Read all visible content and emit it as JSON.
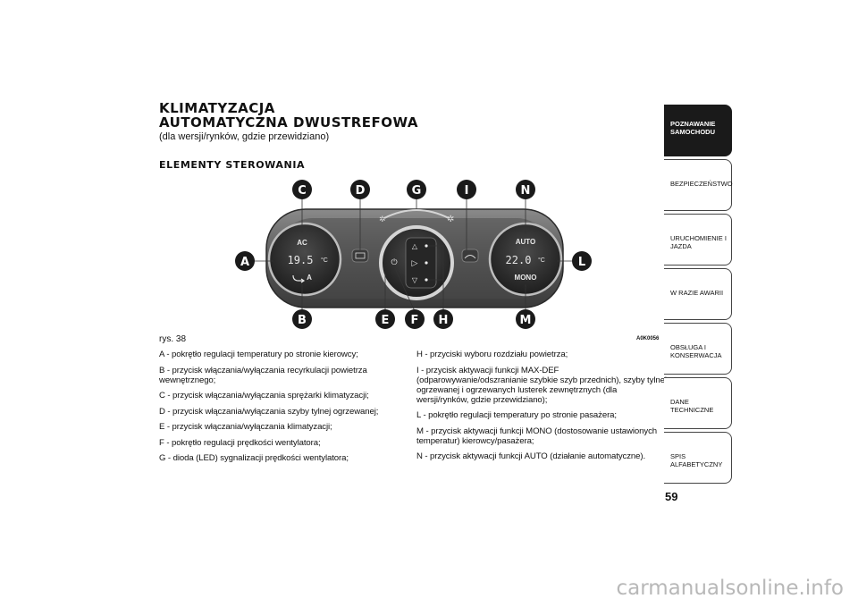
{
  "header": {
    "title_line1": "KLIMATYZACJA",
    "title_line2": "AUTOMATYCZNA DWUSTREFOWA",
    "subtitle": "(dla wersji/rynków, gdzie przewidziano)",
    "section_title": "ELEMENTY STEROWANIA"
  },
  "figure": {
    "caption": "rys. 38",
    "code": "A0K0056",
    "callouts": {
      "a": "A",
      "b": "B",
      "c": "C",
      "d": "D",
      "e": "E",
      "f": "F",
      "g": "G",
      "h": "H",
      "i": "I",
      "l": "L",
      "m": "M",
      "n": "N"
    },
    "panel": {
      "left_temp": "19.5",
      "right_temp": "22.0",
      "unit": "°C",
      "ac_label": "AC",
      "a_label": "A",
      "auto_label": "AUTO",
      "mono_label": "MONO"
    }
  },
  "legend_left": [
    "A - pokrętło regulacji temperatury po stronie kierowcy;",
    "B - przycisk włączania/wyłączania recyrkulacji powietrza wewnętrznego;",
    "C - przycisk włączania/wyłączania sprężarki klimatyzacji;",
    "D - przycisk włączania/wyłączania szyby tylnej ogrzewanej;",
    "E - przycisk włączania/wyłączania klimatyzacji;",
    "F - pokrętło regulacji prędkości wentylatora;",
    "G - dioda (LED) sygnalizacji prędkości wentylatora;"
  ],
  "legend_right": [
    "H - przyciski wyboru rozdziału powietrza;",
    "I - przycisk aktywacji funkcji MAX-DEF (odparowywanie/odszranianie szybkie szyb przednich), szyby tylnej ogrzewanej i ogrzewanych lusterek zewnętrznych (dla wersji/rynków, gdzie przewidziano);",
    "L - pokrętło regulacji temperatury po stronie pasażera;",
    "M - przycisk aktywacji funkcji MONO (dostosowanie ustawionych temperatur) kierowcy/pasażera;",
    "N - przycisk aktywacji funkcji AUTO (działanie automatyczne)."
  ],
  "sidebar": {
    "tabs": [
      {
        "label": "POZNAWANIE\nSAMOCHODU",
        "active": true
      },
      {
        "label": "BEZPIECZEŃSTWO",
        "active": false
      },
      {
        "label": "URUCHOMIENIE I\nJAZDA",
        "active": false
      },
      {
        "label": "W RAZIE AWARII",
        "active": false
      },
      {
        "label": "OBSŁUGA I\nKONSERWACJA",
        "active": false
      },
      {
        "label": "DANE TECHNICZNE",
        "active": false
      },
      {
        "label": "SPIS ALFABETYCZNY",
        "active": false
      }
    ]
  },
  "page_number": "59",
  "watermark": "carmanualsonline.info",
  "colors": {
    "callout": "#1a1a1a",
    "panel_dark": "#2b2b2b",
    "panel_mid": "#6a6a6a",
    "display_text": "#e8e8e8"
  }
}
